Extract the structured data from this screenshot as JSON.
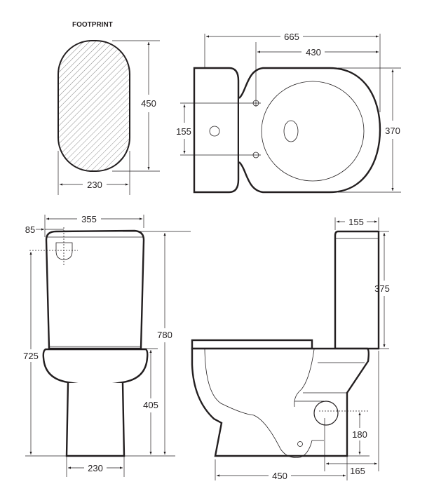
{
  "footprint": {
    "title": "FOOTPRINT",
    "length": "450",
    "width": "230"
  },
  "plan_view": {
    "overall_length": "665",
    "bowl_length": "430",
    "bowl_width": "370",
    "fixing_hole_spacing": "155"
  },
  "front_view": {
    "width": "355",
    "button_offset": "85",
    "button_height": "725",
    "overall_height": "780",
    "rim_height": "405",
    "base_width": "230"
  },
  "side_view": {
    "cistern_depth": "155",
    "cistern_height": "375",
    "outlet_height": "180",
    "outlet_offset": "165",
    "base_length": "450"
  },
  "colors": {
    "line": "#231f20",
    "background": "#ffffff"
  }
}
